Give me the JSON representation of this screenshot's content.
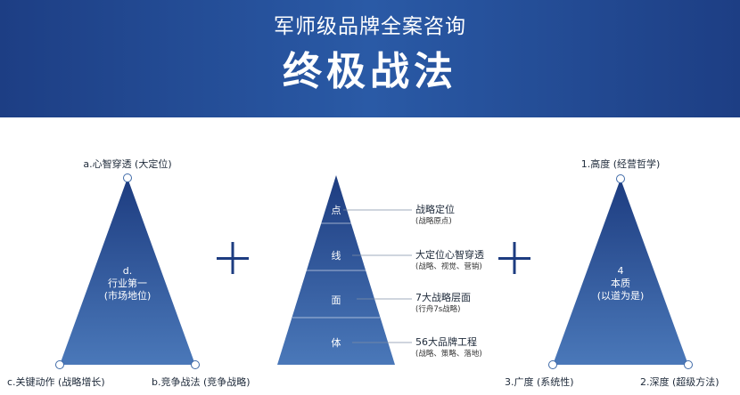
{
  "header": {
    "subtitle": "军师级品牌全案咨询",
    "title": "终极战法"
  },
  "left_triangle": {
    "top_label": "a.心智穿透 (大定位)",
    "bottom_left_label": "c.关键动作 (战略增长)",
    "bottom_right_label": "b.竞争战法 (竞争战略)",
    "center_lines": [
      "d.",
      "行业第一",
      "(市场地位)"
    ]
  },
  "pyramid": {
    "layers": [
      {
        "name": "点",
        "label": "战略定位",
        "sublabel": "(战略原点)"
      },
      {
        "name": "线",
        "label": "大定位心智穿透",
        "sublabel": "(战略、视觉、营销)"
      },
      {
        "name": "面",
        "label": "7大战略层面",
        "sublabel": "(行舟7s战略)"
      },
      {
        "name": "体",
        "label": "56大品牌工程",
        "sublabel": "(战略、策略、落地)"
      }
    ]
  },
  "right_triangle": {
    "top_label": "1.高度 (经营哲学)",
    "bottom_left_label": "3.广度 (系统性)",
    "bottom_right_label": "2.深度 (超级方法)",
    "center_lines": [
      "4",
      "本质",
      "(以道为是)"
    ]
  },
  "colors": {
    "header_bg": "#1d3e84",
    "triangle_top": "#1d3c80",
    "triangle_bottom": "#4a78b9",
    "plus": "#1d3c80",
    "leader_line": "#7f8fa6"
  }
}
